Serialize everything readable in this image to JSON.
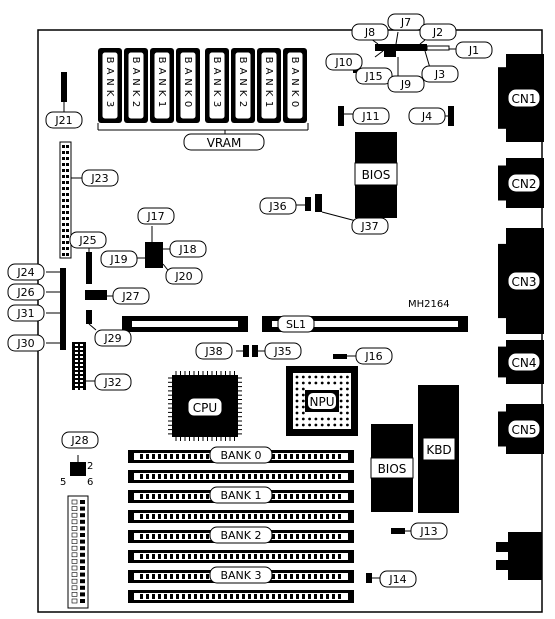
{
  "model": "MH2164",
  "vram": {
    "label": "VRAM",
    "banks": [
      "BANK 3",
      "BANK 2",
      "BANK 1",
      "BANK 0",
      "BANK 3",
      "BANK 2",
      "BANK 1",
      "BANK 0"
    ]
  },
  "memory_banks": [
    "BANK 0",
    "BANK 1",
    "BANK 2",
    "BANK 3"
  ],
  "chips": {
    "bios_top": "BIOS",
    "bios_bottom": "BIOS",
    "kbd": "KBD",
    "cpu": "CPU",
    "npu": "NPU",
    "slot": "SL1"
  },
  "connectors": [
    "CN1",
    "CN2",
    "CN3",
    "CN4",
    "CN5"
  ],
  "jumpers": {
    "j1": "J1",
    "j2": "J2",
    "j3": "J3",
    "j4": "J4",
    "j7": "J7",
    "j8": "J8",
    "j9": "J9",
    "j10": "J10",
    "j11": "J11",
    "j13": "J13",
    "j14": "J14",
    "j15": "J15",
    "j16": "J16",
    "j17": "J17",
    "j18": "J18",
    "j19": "J19",
    "j20": "J20",
    "j21": "J21",
    "j23": "J23",
    "j24": "J24",
    "j25": "J25",
    "j26": "J26",
    "j27": "J27",
    "j28": "J28",
    "j29": "J29",
    "j30": "J30",
    "j31": "J31",
    "j32": "J32",
    "j35": "J35",
    "j36": "J36",
    "j37": "J37",
    "j38": "J38"
  },
  "j28_pins": {
    "p2": "2",
    "p5": "5",
    "p6": "6"
  }
}
